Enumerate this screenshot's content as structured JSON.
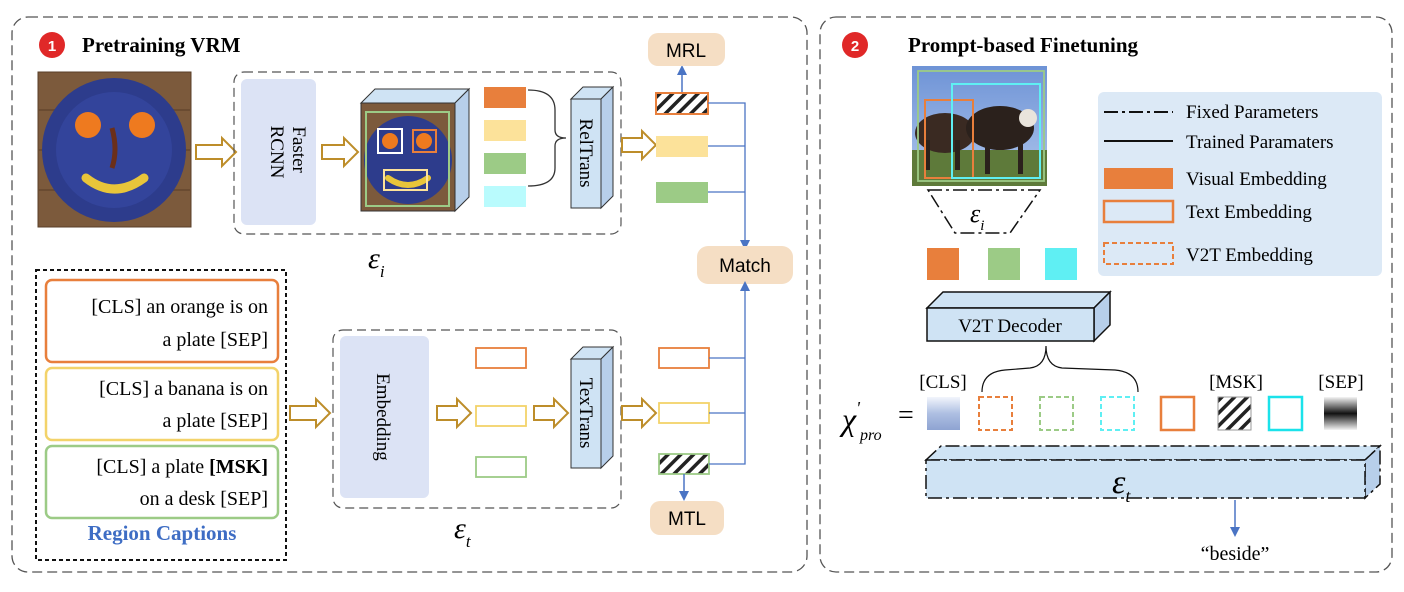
{
  "colors": {
    "orange": "#E87F3C",
    "yellow": "#FCE29A",
    "green": "#9CCB86",
    "cyan": "#B9FBFD",
    "module_fill": "#DCE3F5",
    "box3d_fill": "#CFE3F4",
    "arrow_gold": "#BD8D2A",
    "arrow_blue": "#4A74C4",
    "caption_blue": "#3E6DC4",
    "badge_red": "#E02828",
    "head_fill": "#F5DEC4",
    "legend_fill": "#DCE9F6"
  },
  "left_panel": {
    "badge": "1",
    "title": "Pretraining VRM",
    "faster_rcnn": [
      "Faster",
      "RCNN"
    ],
    "reltrans": "RelTrans",
    "embedding": "Embedding",
    "textrans": "TexTrans",
    "mrl": "MRL",
    "match": "Match",
    "mtl": "MTL",
    "enc_i": "ε",
    "enc_i_sub": "i",
    "enc_t": "ε",
    "enc_t_sub": "t",
    "captions": [
      {
        "line1": "[CLS] an orange is on",
        "line2": "a plate [SEP]"
      },
      {
        "line1": "[CLS] a banana is on",
        "line2": "a plate [SEP]"
      },
      {
        "line1a": "[CLS] a plate ",
        "line1b": "[MSK]",
        "line2": "on a desk [SEP]"
      }
    ],
    "region_captions_label": "Region Captions"
  },
  "right_panel": {
    "badge": "2",
    "title": "Prompt-based Finetuning",
    "enc_i": "ε",
    "enc_i_sub": "i",
    "v2t_decoder": "V2T Decoder",
    "cls_label": "[CLS]",
    "msk_label": "[MSK]",
    "sep_label": "[SEP]",
    "chi": "χ",
    "chi_prime": "'",
    "chi_sub": "pro",
    "equals": "=",
    "enc_t": "ε",
    "enc_t_sub": "t",
    "output": "“beside”",
    "legend": [
      {
        "label": "Fixed Parameters"
      },
      {
        "label": "Trained Paramaters"
      },
      {
        "label": "Visual Embedding"
      },
      {
        "label": "Text Embedding"
      },
      {
        "label": "V2T Embedding"
      }
    ]
  }
}
